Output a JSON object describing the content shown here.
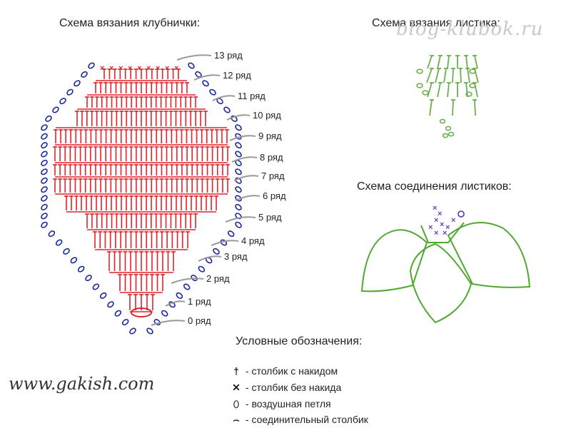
{
  "titles": {
    "strawberry": "Схема вязания клубнички:",
    "leaf": "Схема вязания листика:",
    "joining": "Схема соединения листиков:"
  },
  "watermarks": {
    "top": "blog-klubok.ru",
    "bottom": "www.gakish.com"
  },
  "rows": [
    "13 ряд",
    "12 ряд",
    "11 ряд",
    "10 ряд",
    "9 ряд",
    "8 ряд",
    "7 ряд",
    "6 ряд",
    "5 ряд",
    "4 ряд",
    "3 ряд",
    "2 ряд",
    "1 ряд",
    "0 ряд"
  ],
  "legend": {
    "title": "Условные обозначения:",
    "items": [
      {
        "icon": "double-crochet-icon",
        "text": "- столбик с накидом"
      },
      {
        "icon": "single-crochet-icon",
        "text": "- столбик без накида"
      },
      {
        "icon": "chain-stitch-icon",
        "text": "- воздушная петля"
      },
      {
        "icon": "slip-stitch-icon",
        "text": "- соединительный столбик"
      }
    ]
  },
  "colors": {
    "red": "#e0232b",
    "blue": "#1d2a9e",
    "green": "#6ab04c",
    "leaf_stroke": "#4fa832",
    "purple": "#6a3fc4",
    "gray": "#999999"
  }
}
